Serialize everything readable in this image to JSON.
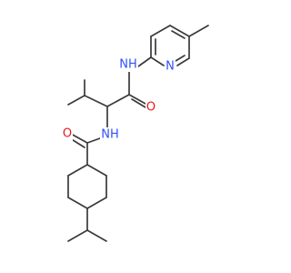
{
  "molecule": {
    "colors": {
      "bond": "#3a3a3a",
      "nitrogen": "#3050f8",
      "oxygen": "#e8161b",
      "background": "#ffffff"
    },
    "atoms": {
      "amide_n_top": {
        "label": "NH",
        "color": "nitrogen"
      },
      "pyridine_n": {
        "label": "N",
        "color": "nitrogen"
      },
      "carbonyl_o_top": {
        "label": "O",
        "color": "oxygen"
      },
      "amide_n_mid": {
        "label": "NH",
        "color": "nitrogen"
      },
      "carbonyl_o_left": {
        "label": "O",
        "color": "oxygen"
      }
    }
  }
}
